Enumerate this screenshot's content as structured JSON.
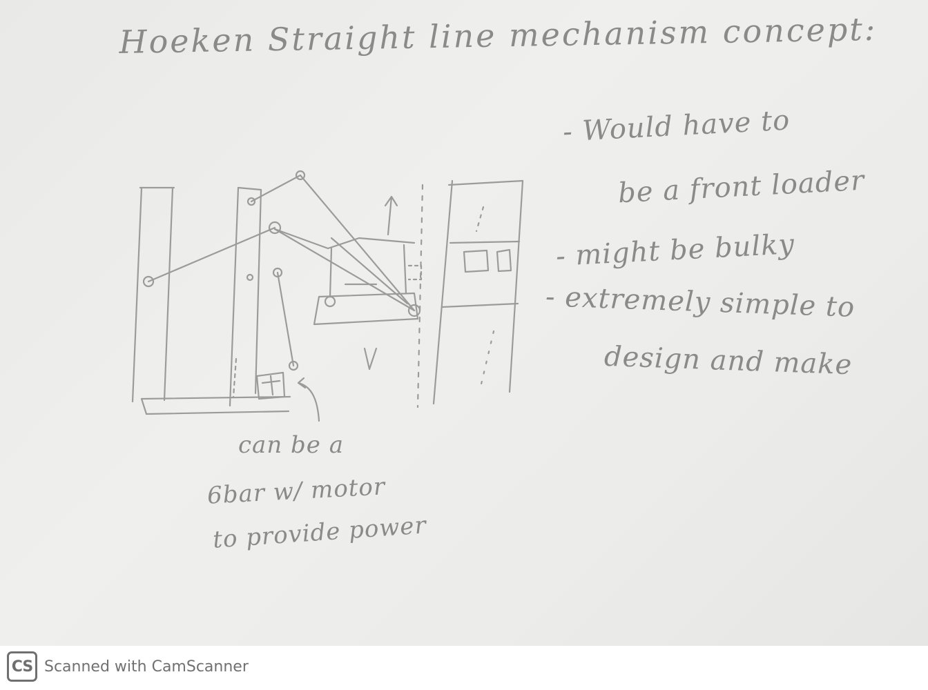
{
  "document": {
    "title": "Hoeken Straight line mechanism concept:",
    "notes": [
      "- Would have to",
      "be a front loader",
      "- might be bulky",
      "- extremely simple to",
      "design and make"
    ],
    "sketch_caption": [
      "can be a",
      "6bar w/ motor",
      "to provide power"
    ]
  },
  "footer": {
    "logo_text": "CS",
    "label": "Scanned with CamScanner"
  },
  "colors": {
    "paper": "#ececea",
    "pencil": "#8a8a88",
    "footer_text": "#707070"
  }
}
